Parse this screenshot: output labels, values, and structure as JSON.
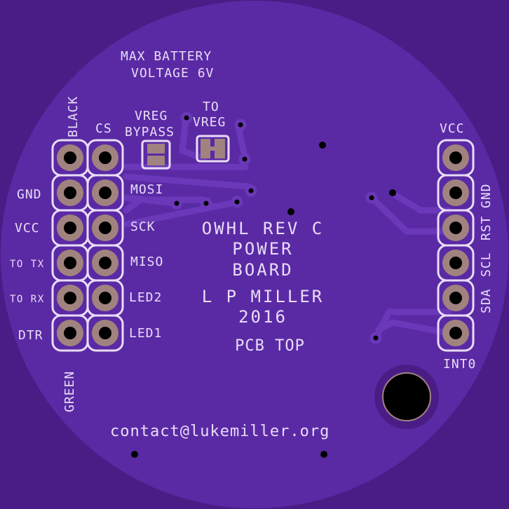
{
  "board": {
    "colors": {
      "background": "#4a1d86",
      "board": "#5a2aa5",
      "silkscreen": "#e9dcf7",
      "pad": "#a0837e",
      "trace": "#6a38b8"
    }
  },
  "labels": {
    "max_battery_line1": "MAX BATTERY",
    "max_battery_line2": "VOLTAGE 6V",
    "vreg_bypass_line1": "VREG",
    "vreg_bypass_line2": "BYPASS",
    "to_vreg_line1": "TO",
    "to_vreg_line2": "VREG",
    "black": "BLACK",
    "green": "GREEN",
    "cs": "CS",
    "left_header": [
      "GND",
      "VCC",
      "TO TX",
      "TO RX",
      "DTR"
    ],
    "middle_header": [
      "MOSI",
      "SCK",
      "MISO",
      "LED2",
      "LED1"
    ],
    "right_top": "VCC",
    "right_side": [
      "GND",
      "RST",
      "SCL",
      "SDA"
    ],
    "right_bottom": "INT0",
    "title_lines": [
      "OWHL REV C",
      "POWER",
      "BOARD"
    ],
    "author": "L P MILLER",
    "year": "2016",
    "pcb_top": "PCB TOP",
    "contact": "contact@lukemiller.org"
  }
}
